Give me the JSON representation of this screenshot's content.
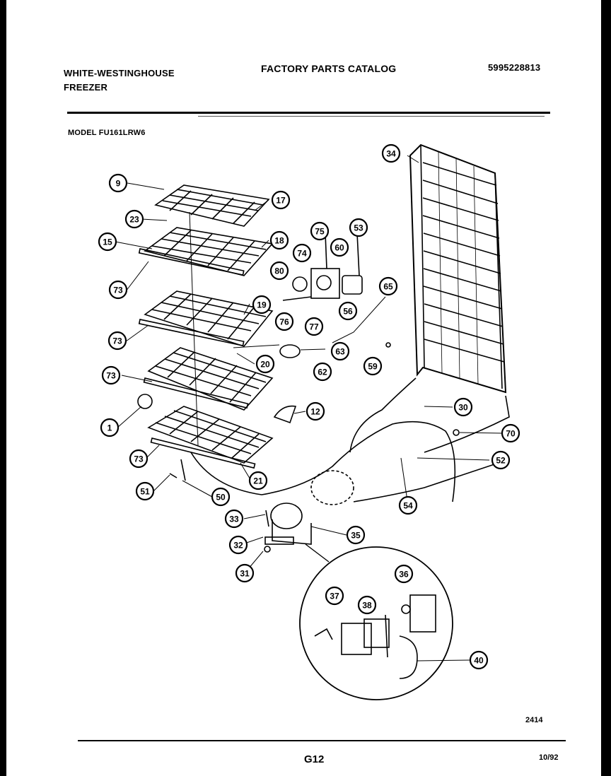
{
  "header": {
    "brand_line1": "WHITE-WESTINGHOUSE",
    "brand_line2": "FREEZER",
    "catalog_title": "FACTORY PARTS CATALOG",
    "part_number": "5995228813",
    "model": "MODEL FU161LRW6"
  },
  "footer": {
    "diagram_code": "2414",
    "page_code": "G12",
    "date_code": "10/92"
  },
  "callouts": [
    "9",
    "17",
    "23",
    "15",
    "18",
    "73",
    "75",
    "53",
    "74",
    "60",
    "80",
    "65",
    "19",
    "56",
    "76",
    "77",
    "73",
    "63",
    "59",
    "20",
    "73",
    "62",
    "1",
    "12",
    "30",
    "73",
    "21",
    "70",
    "52",
    "51",
    "50",
    "54",
    "33",
    "35",
    "32",
    "31",
    "37",
    "38",
    "36",
    "40",
    "34"
  ]
}
